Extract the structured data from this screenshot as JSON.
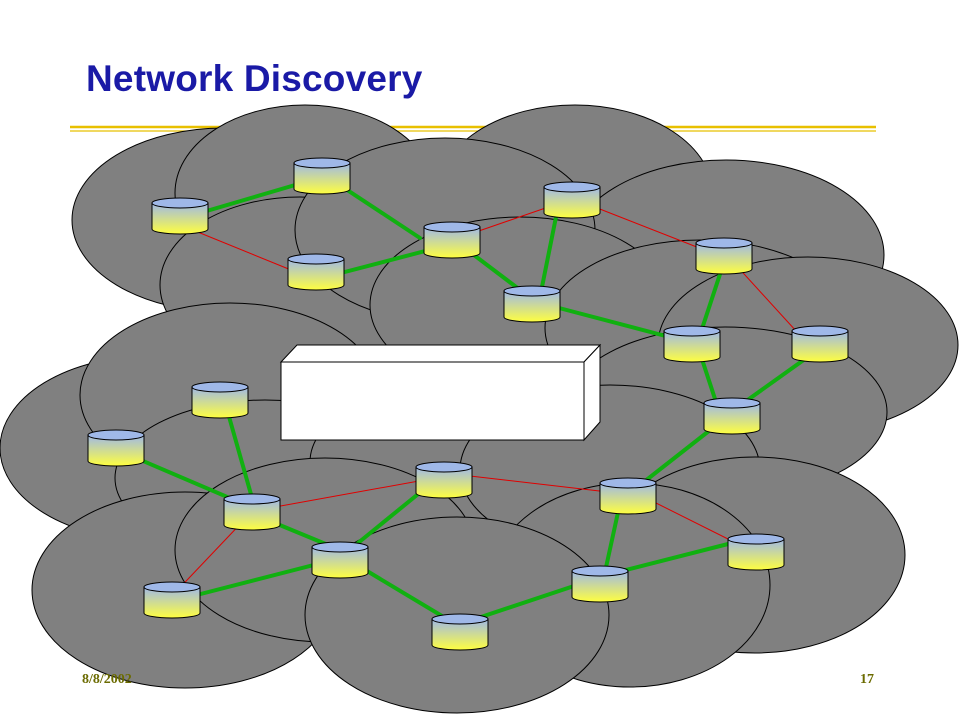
{
  "slide": {
    "title": "Network Discovery",
    "date": "8/8/2002",
    "page_number": "17"
  },
  "colors": {
    "title": "#1a1aa6",
    "rule": "#e8c000",
    "cloud_fill": "#808080",
    "tree_link": "#10b010",
    "mesh_link": "#e00000",
    "router_top": "#9fb8e8",
    "router_bottom": "#ffff40"
  },
  "icons": {
    "router": "router-cylinder-icon",
    "cloud": "network-coverage-cloud",
    "box": "3d-box-shape"
  }
}
